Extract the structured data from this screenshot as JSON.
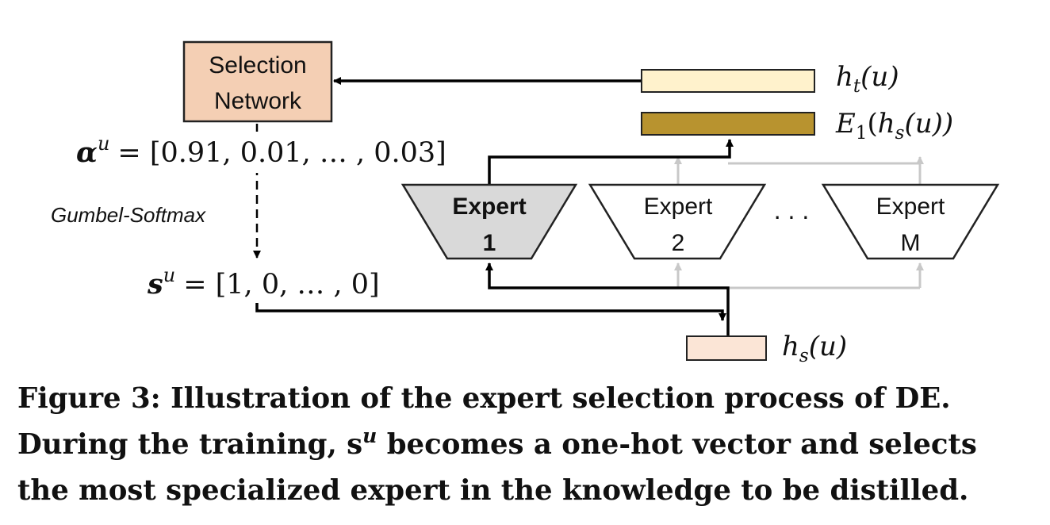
{
  "diagram": {
    "selection_network": {
      "line1": "Selection",
      "line2": "Network"
    },
    "alpha_symbol": "α",
    "alpha_superscript": "u",
    "alpha_values": "= [0.91, 0.01, … , 0.03]",
    "gumbel_label": "Gumbel-Softmax",
    "s_symbol": "s",
    "s_superscript": "u",
    "s_values": "= [1, 0, … , 0]",
    "experts": [
      {
        "line1": "Expert",
        "line2": "1",
        "selected": true
      },
      {
        "line1": "Expert",
        "line2": "2",
        "selected": false
      },
      {
        "line1": "Expert",
        "line2": "M",
        "selected": false
      }
    ],
    "ellipsis": ". . .",
    "ht_label": {
      "base": "h",
      "sub": "t",
      "arg": "(u)"
    },
    "e1_label": {
      "base": "E",
      "sub1": "1",
      "open": "(",
      "h": "h",
      "sub2": "s",
      "arg": "(u))"
    },
    "hs_label": {
      "base": "h",
      "sub": "s",
      "arg": "(u)"
    },
    "colors": {
      "selection_fill": "#f4cfb4",
      "ht_fill": "#fff2cc",
      "e1_fill": "#b8932f",
      "hs_fill": "#fbe5d6",
      "expert_selected_fill": "#d9d9d9",
      "inactive_arrow": "#c8c8c8"
    }
  },
  "caption": {
    "line1": "Figure 3: Illustration of the expert selection process of DE.",
    "line2_before": "During the training, s",
    "line2_sup": "u",
    "line2_after": " becomes a one-hot vector and selects",
    "line3": "the most specialized expert in the knowledge to be distilled."
  }
}
